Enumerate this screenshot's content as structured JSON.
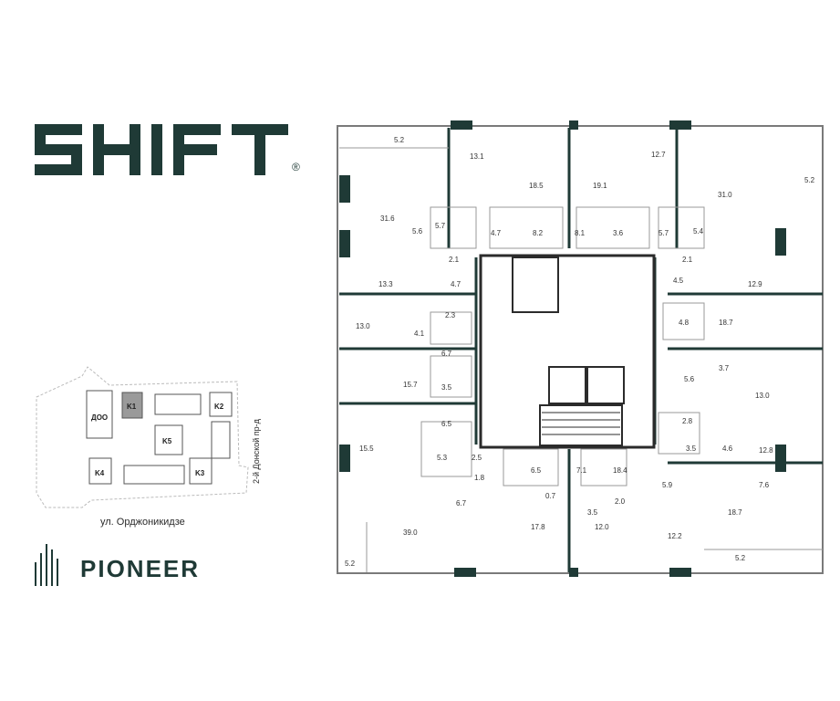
{
  "brand": {
    "name": "SHIFT",
    "registered": "®",
    "developer": "PIONEER"
  },
  "siteplan": {
    "buildings": [
      "ДОО",
      "K1",
      "K2",
      "K5",
      "K4",
      "K3"
    ],
    "highlighted": "K1",
    "street_bottom": "ул. Орджоникидзе",
    "street_right": "2-й Донской пр-д"
  },
  "floorplan": {
    "areas": [
      "5.2",
      "13.1",
      "18.5",
      "19.1",
      "12.7",
      "31.0",
      "5.2",
      "31.6",
      "5.6",
      "5.7",
      "4.7",
      "8.2",
      "8.1",
      "3.6",
      "5.7",
      "5.4",
      "2.1",
      "2.1",
      "13.3",
      "4.7",
      "4.5",
      "12.9",
      "2.3",
      "13.0",
      "4.1",
      "4.8",
      "18.7",
      "6.7",
      "5.6",
      "3.7",
      "15.7",
      "3.5",
      "13.0",
      "6.5",
      "2.8",
      "15.5",
      "5.3",
      "2.5",
      "3.5",
      "4.6",
      "12.8",
      "1.8",
      "6.5",
      "7.1",
      "18.4",
      "5.9",
      "7.6",
      "6.7",
      "0.7",
      "2.0",
      "3.5",
      "18.7",
      "39.0",
      "17.8",
      "12.0",
      "12.2",
      "5.2",
      "5.2"
    ],
    "colors": {
      "wall": "#1f3a36",
      "line": "#8a8a8a",
      "core": "#2b2b2b"
    }
  }
}
